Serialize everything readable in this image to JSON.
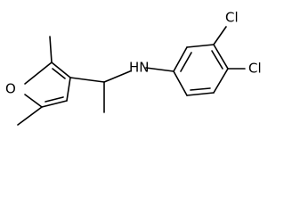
{
  "molecule": {
    "atoms": [
      {
        "id": "o1",
        "label": "O"
      },
      {
        "id": "n1",
        "label": "HN"
      },
      {
        "id": "cl1",
        "label": "Cl"
      },
      {
        "id": "cl2",
        "label": "Cl"
      }
    ]
  }
}
